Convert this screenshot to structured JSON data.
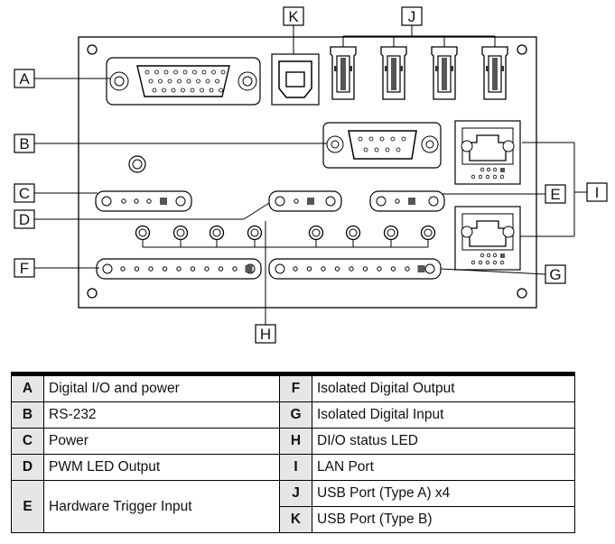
{
  "callouts": [
    "A",
    "B",
    "C",
    "D",
    "E",
    "F",
    "G",
    "H",
    "I",
    "J",
    "K"
  ],
  "legend": {
    "rows": [
      {
        "lk": "A",
        "lt": "Digital I/O and power",
        "rk": "F",
        "rt": "Isolated Digital Output"
      },
      {
        "lk": "B",
        "lt": "RS-232",
        "rk": "G",
        "rt": "Isolated Digital Input"
      },
      {
        "lk": "C",
        "lt": "Power",
        "rk": "H",
        "rt": "DI/O status LED"
      },
      {
        "lk": "D",
        "lt": "PWM LED Output",
        "rk": "I",
        "rt": "LAN Port"
      },
      {
        "lk": "E",
        "lt": "Hardware Trigger Input",
        "rk": "J",
        "rt": "USB Port (Type A) x4"
      },
      {
        "rk": "K",
        "rt": "USB Port (Type B)"
      }
    ]
  }
}
